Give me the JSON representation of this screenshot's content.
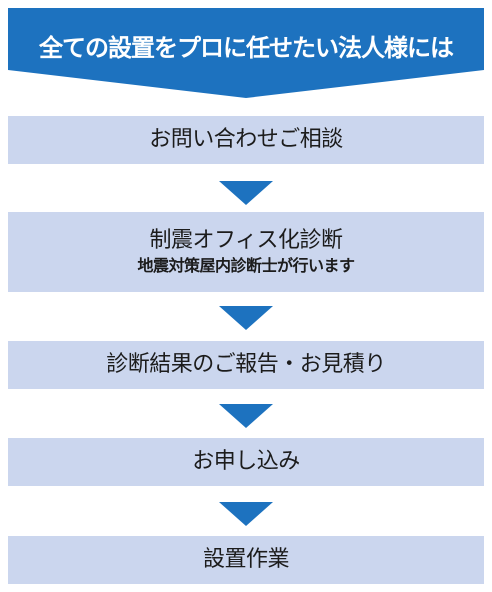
{
  "colors": {
    "banner": "#1d72bf",
    "step_background": "#cbd6ee",
    "arrow": "#1d72bf",
    "text": "#1c1c1c"
  },
  "banner": {
    "title": "全ての設置をプロに任せたい法人様には"
  },
  "steps": [
    {
      "label": "お問い合わせご相談"
    },
    {
      "label": "制震オフィス化診断",
      "sub_label": "地震対策屋内診断士が行います"
    },
    {
      "label": "診断結果のご報告・お見積り"
    },
    {
      "label": "お申し込み"
    },
    {
      "label": "設置作業"
    }
  ]
}
